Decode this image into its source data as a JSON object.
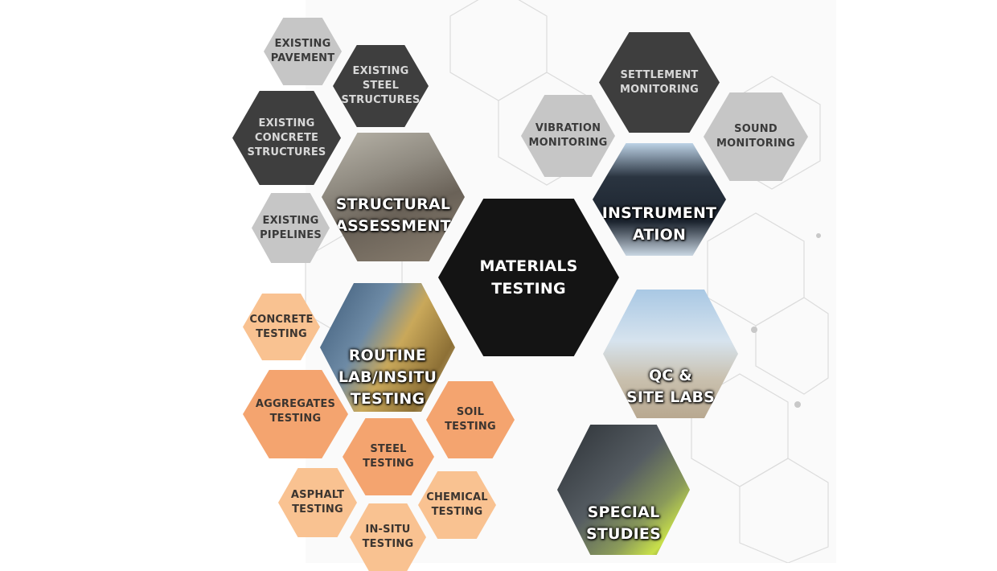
{
  "center": {
    "line1": "MATERIALS",
    "line2": "TESTING"
  },
  "structural": {
    "title1": "STRUCTURAL",
    "title2": "ASSESSMENT",
    "items": [
      {
        "l1": "EXISTING",
        "l2": "PAVEMENT"
      },
      {
        "l1": "EXISTING",
        "l2": "STEEL",
        "l3": "STRUCTURES"
      },
      {
        "l1": "EXISTING",
        "l2": "CONCRETE",
        "l3": "STRUCTURES"
      },
      {
        "l1": "EXISTING",
        "l2": "PIPELINES"
      }
    ]
  },
  "instrumentation": {
    "title1": "INSTRUMENT",
    "title2": "ATION",
    "items": [
      {
        "l1": "SETTLEMENT",
        "l2": "MONITORING"
      },
      {
        "l1": "VIBRATION",
        "l2": "MONITORING"
      },
      {
        "l1": "SOUND",
        "l2": "MONITORING"
      }
    ]
  },
  "routine": {
    "title1": "ROUTINE",
    "title2": "LAB/INSITU",
    "title3": "TESTING",
    "items": [
      {
        "l1": "CONCRETE",
        "l2": "TESTING"
      },
      {
        "l1": "AGGREGATES",
        "l2": "TESTING"
      },
      {
        "l1": "SOIL",
        "l2": "TESTING"
      },
      {
        "l1": "STEEL",
        "l2": "TESTING"
      },
      {
        "l1": "ASPHALT",
        "l2": "TESTING"
      },
      {
        "l1": "CHEMICAL",
        "l2": "TESTING"
      },
      {
        "l1": "IN-SITU",
        "l2": "TESTING"
      }
    ]
  },
  "qc": {
    "title1": "QC &",
    "title2": "SITE LABS"
  },
  "special": {
    "title1": "SPECIAL",
    "title2": "STUDIES"
  },
  "colors": {
    "light_gray": "#c6c6c6",
    "dark_gray": "#3e3e3e",
    "light_orange": "#f9c291",
    "orange": "#f4a46f",
    "center": "#141414"
  }
}
